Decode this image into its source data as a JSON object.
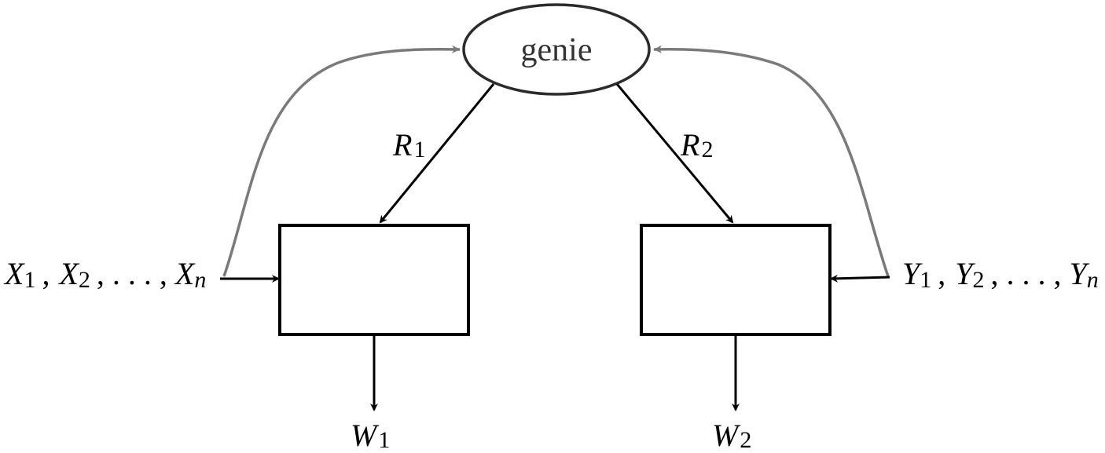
{
  "genie": {
    "label": "genie"
  },
  "rates": {
    "r1": {
      "base": "R",
      "sub": "1"
    },
    "r2": {
      "base": "R",
      "sub": "2"
    }
  },
  "outputs": {
    "w1": {
      "base": "W",
      "sub": "1"
    },
    "w2": {
      "base": "W",
      "sub": "2"
    }
  },
  "sources": {
    "x": {
      "first": {
        "base": "X",
        "sub": "1"
      },
      "second": {
        "base": "X",
        "sub": "2"
      },
      "dots": ". . . ,",
      "last": {
        "base": "X",
        "sub": "n"
      }
    },
    "y": {
      "first": {
        "base": "Y",
        "sub": "1"
      },
      "second": {
        "base": "Y",
        "sub": "2"
      },
      "dots": ". . . ,",
      "last": {
        "base": "Y",
        "sub": "n"
      }
    }
  },
  "colors": {
    "stroke": "#000000",
    "feedback_arrow": "#7a7a7a",
    "genie_stroke": "#2b2b2b"
  }
}
